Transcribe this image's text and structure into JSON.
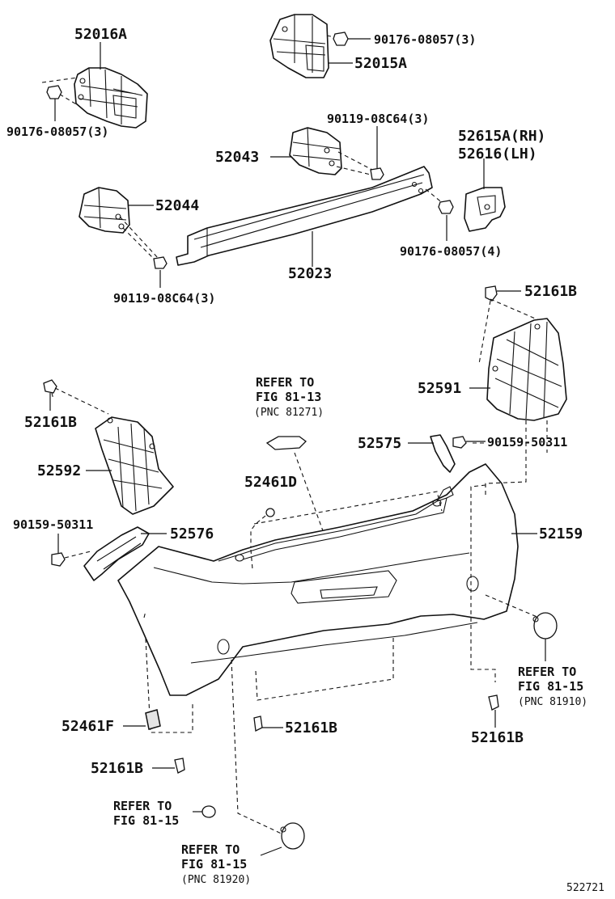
{
  "diagram_id": "522721",
  "labels": {
    "p52016A": "52016A",
    "p90176_left": "90176-08057(3)",
    "p90176_top": "90176-08057(3)",
    "p52015A": "52015A",
    "p90119_top": "90119-08C64(3)",
    "p52043": "52043",
    "p52615A": "52615A(RH)",
    "p52616": "52616(LH)",
    "p52044": "52044",
    "p90176_right": "90176-08057(4)",
    "p52023": "52023",
    "p90119_bottom": "90119-08C64(3)",
    "p52161B_tr": "52161B",
    "p52591": "52591",
    "ref1_l1": "REFER TO",
    "ref1_l2": "FIG 81-13",
    "ref1_l3": "(PNC 81271)",
    "p52161B_l": "52161B",
    "p52575": "52575",
    "p90159_r": "90159-50311",
    "p52592": "52592",
    "p52461D": "52461D",
    "p90159_l": "90159-50311",
    "p52576": "52576",
    "p52159": "52159",
    "ref2_l1": "REFER TO",
    "ref2_l2": "FIG 81-15",
    "ref2_l3": "(PNC 81910)",
    "p52461F": "52461F",
    "p52161B_c": "52161B",
    "p52161B_r": "52161B",
    "p52161B_b": "52161B",
    "ref3_l1": "REFER TO",
    "ref3_l2": "FIG 81-15",
    "ref4_l1": "REFER TO",
    "ref4_l2": "FIG 81-15",
    "ref4_l3": "(PNC 81920)"
  }
}
